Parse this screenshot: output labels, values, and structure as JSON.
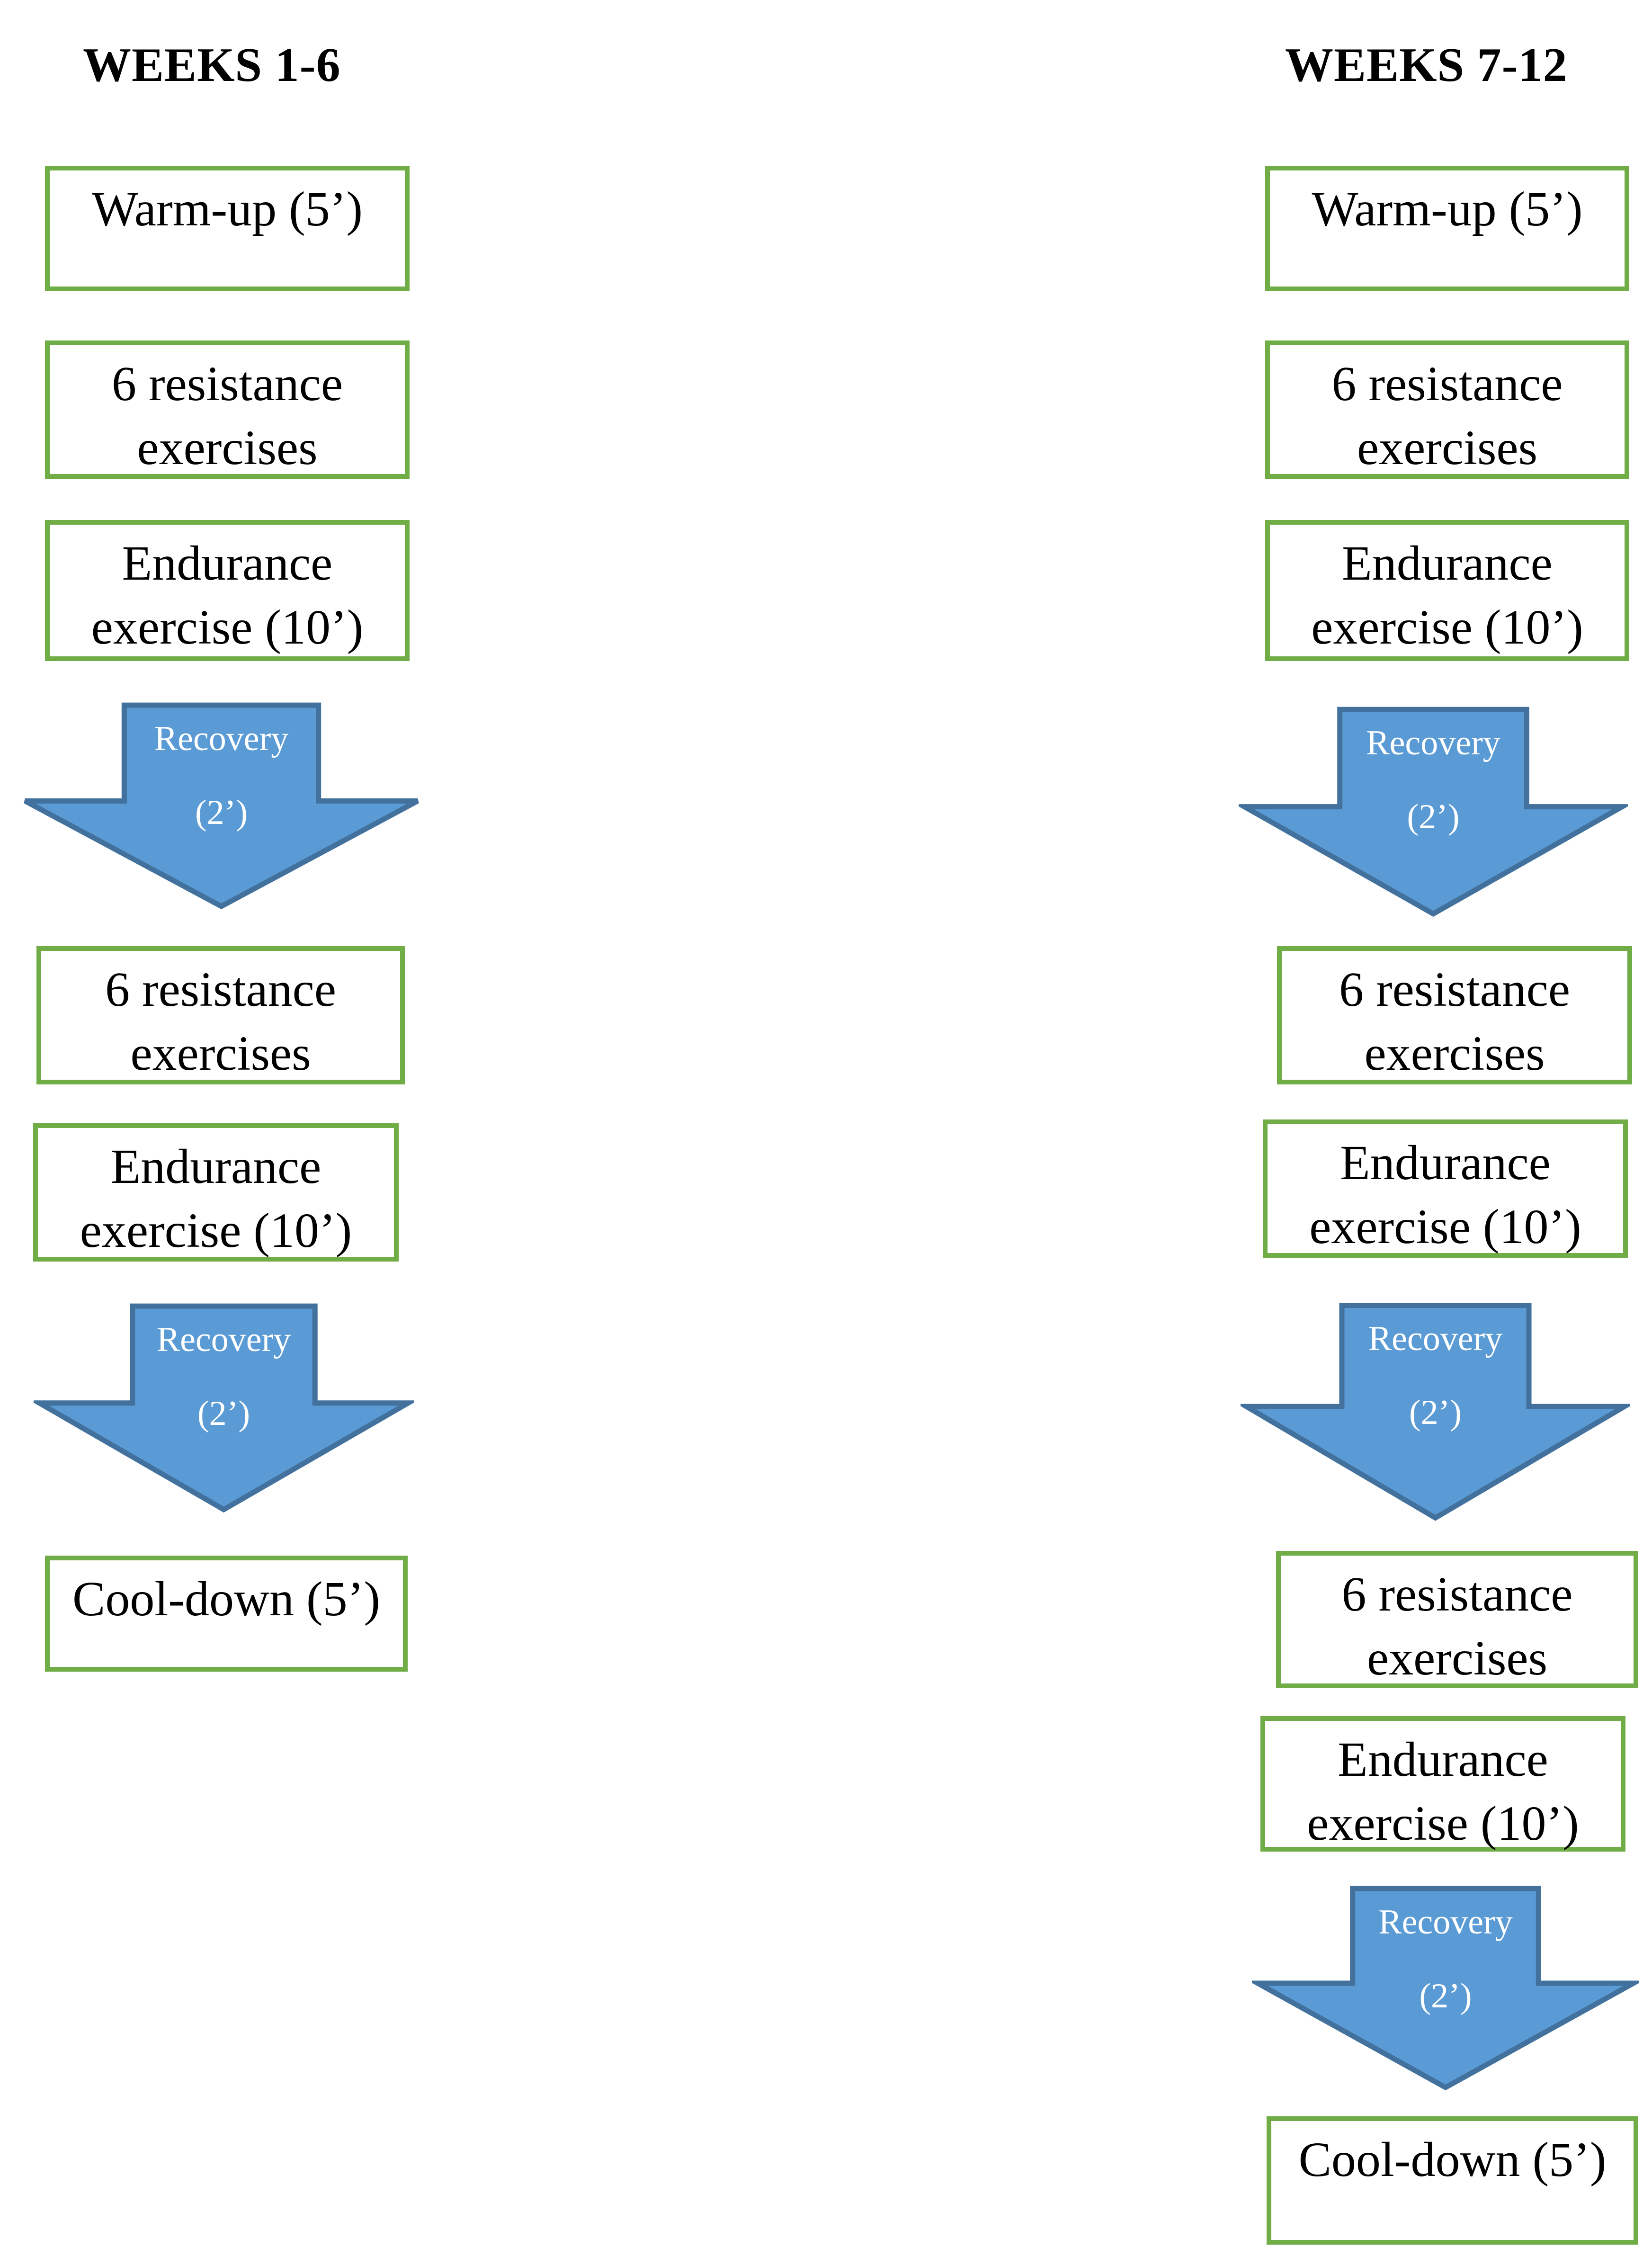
{
  "colors": {
    "box_border": "#70AD47",
    "box_text": "#000000",
    "arrow_fill": "#5B9BD5",
    "arrow_border": "#41719C",
    "arrow_text": "#FFFFFF",
    "background": "#FFFFFF"
  },
  "columns": [
    {
      "id": "weeks-1-6",
      "title": "WEEKS 1-6",
      "items": [
        {
          "kind": "box",
          "text": "Warm-up (5’)"
        },
        {
          "kind": "box",
          "text": "6 resistance\nexercises"
        },
        {
          "kind": "box",
          "text": "Endurance\nexercise (10’)"
        },
        {
          "kind": "arrow",
          "line1": "Recovery",
          "line2": "(2’)"
        },
        {
          "kind": "box",
          "text": "6 resistance\nexercises"
        },
        {
          "kind": "box",
          "text": "Endurance\nexercise (10’)"
        },
        {
          "kind": "arrow",
          "line1": "Recovery",
          "line2": "(2’)"
        },
        {
          "kind": "box",
          "text": "Cool-down (5’)"
        }
      ]
    },
    {
      "id": "weeks-7-12",
      "title": "WEEKS 7-12",
      "items": [
        {
          "kind": "box",
          "text": "Warm-up (5’)"
        },
        {
          "kind": "box",
          "text": "6 resistance\nexercises"
        },
        {
          "kind": "box",
          "text": "Endurance\nexercise (10’)"
        },
        {
          "kind": "arrow",
          "line1": "Recovery",
          "line2": "(2’)"
        },
        {
          "kind": "box",
          "text": "6 resistance\nexercises"
        },
        {
          "kind": "box",
          "text": "Endurance\nexercise (10’)"
        },
        {
          "kind": "arrow",
          "line1": "Recovery",
          "line2": "(2’)"
        },
        {
          "kind": "box",
          "text": "6 resistance\nexercises"
        },
        {
          "kind": "box",
          "text": "Endurance\nexercise (10’)"
        },
        {
          "kind": "arrow",
          "line1": "Recovery",
          "line2": "(2’)"
        },
        {
          "kind": "box",
          "text": "Cool-down (5’)"
        }
      ]
    }
  ]
}
